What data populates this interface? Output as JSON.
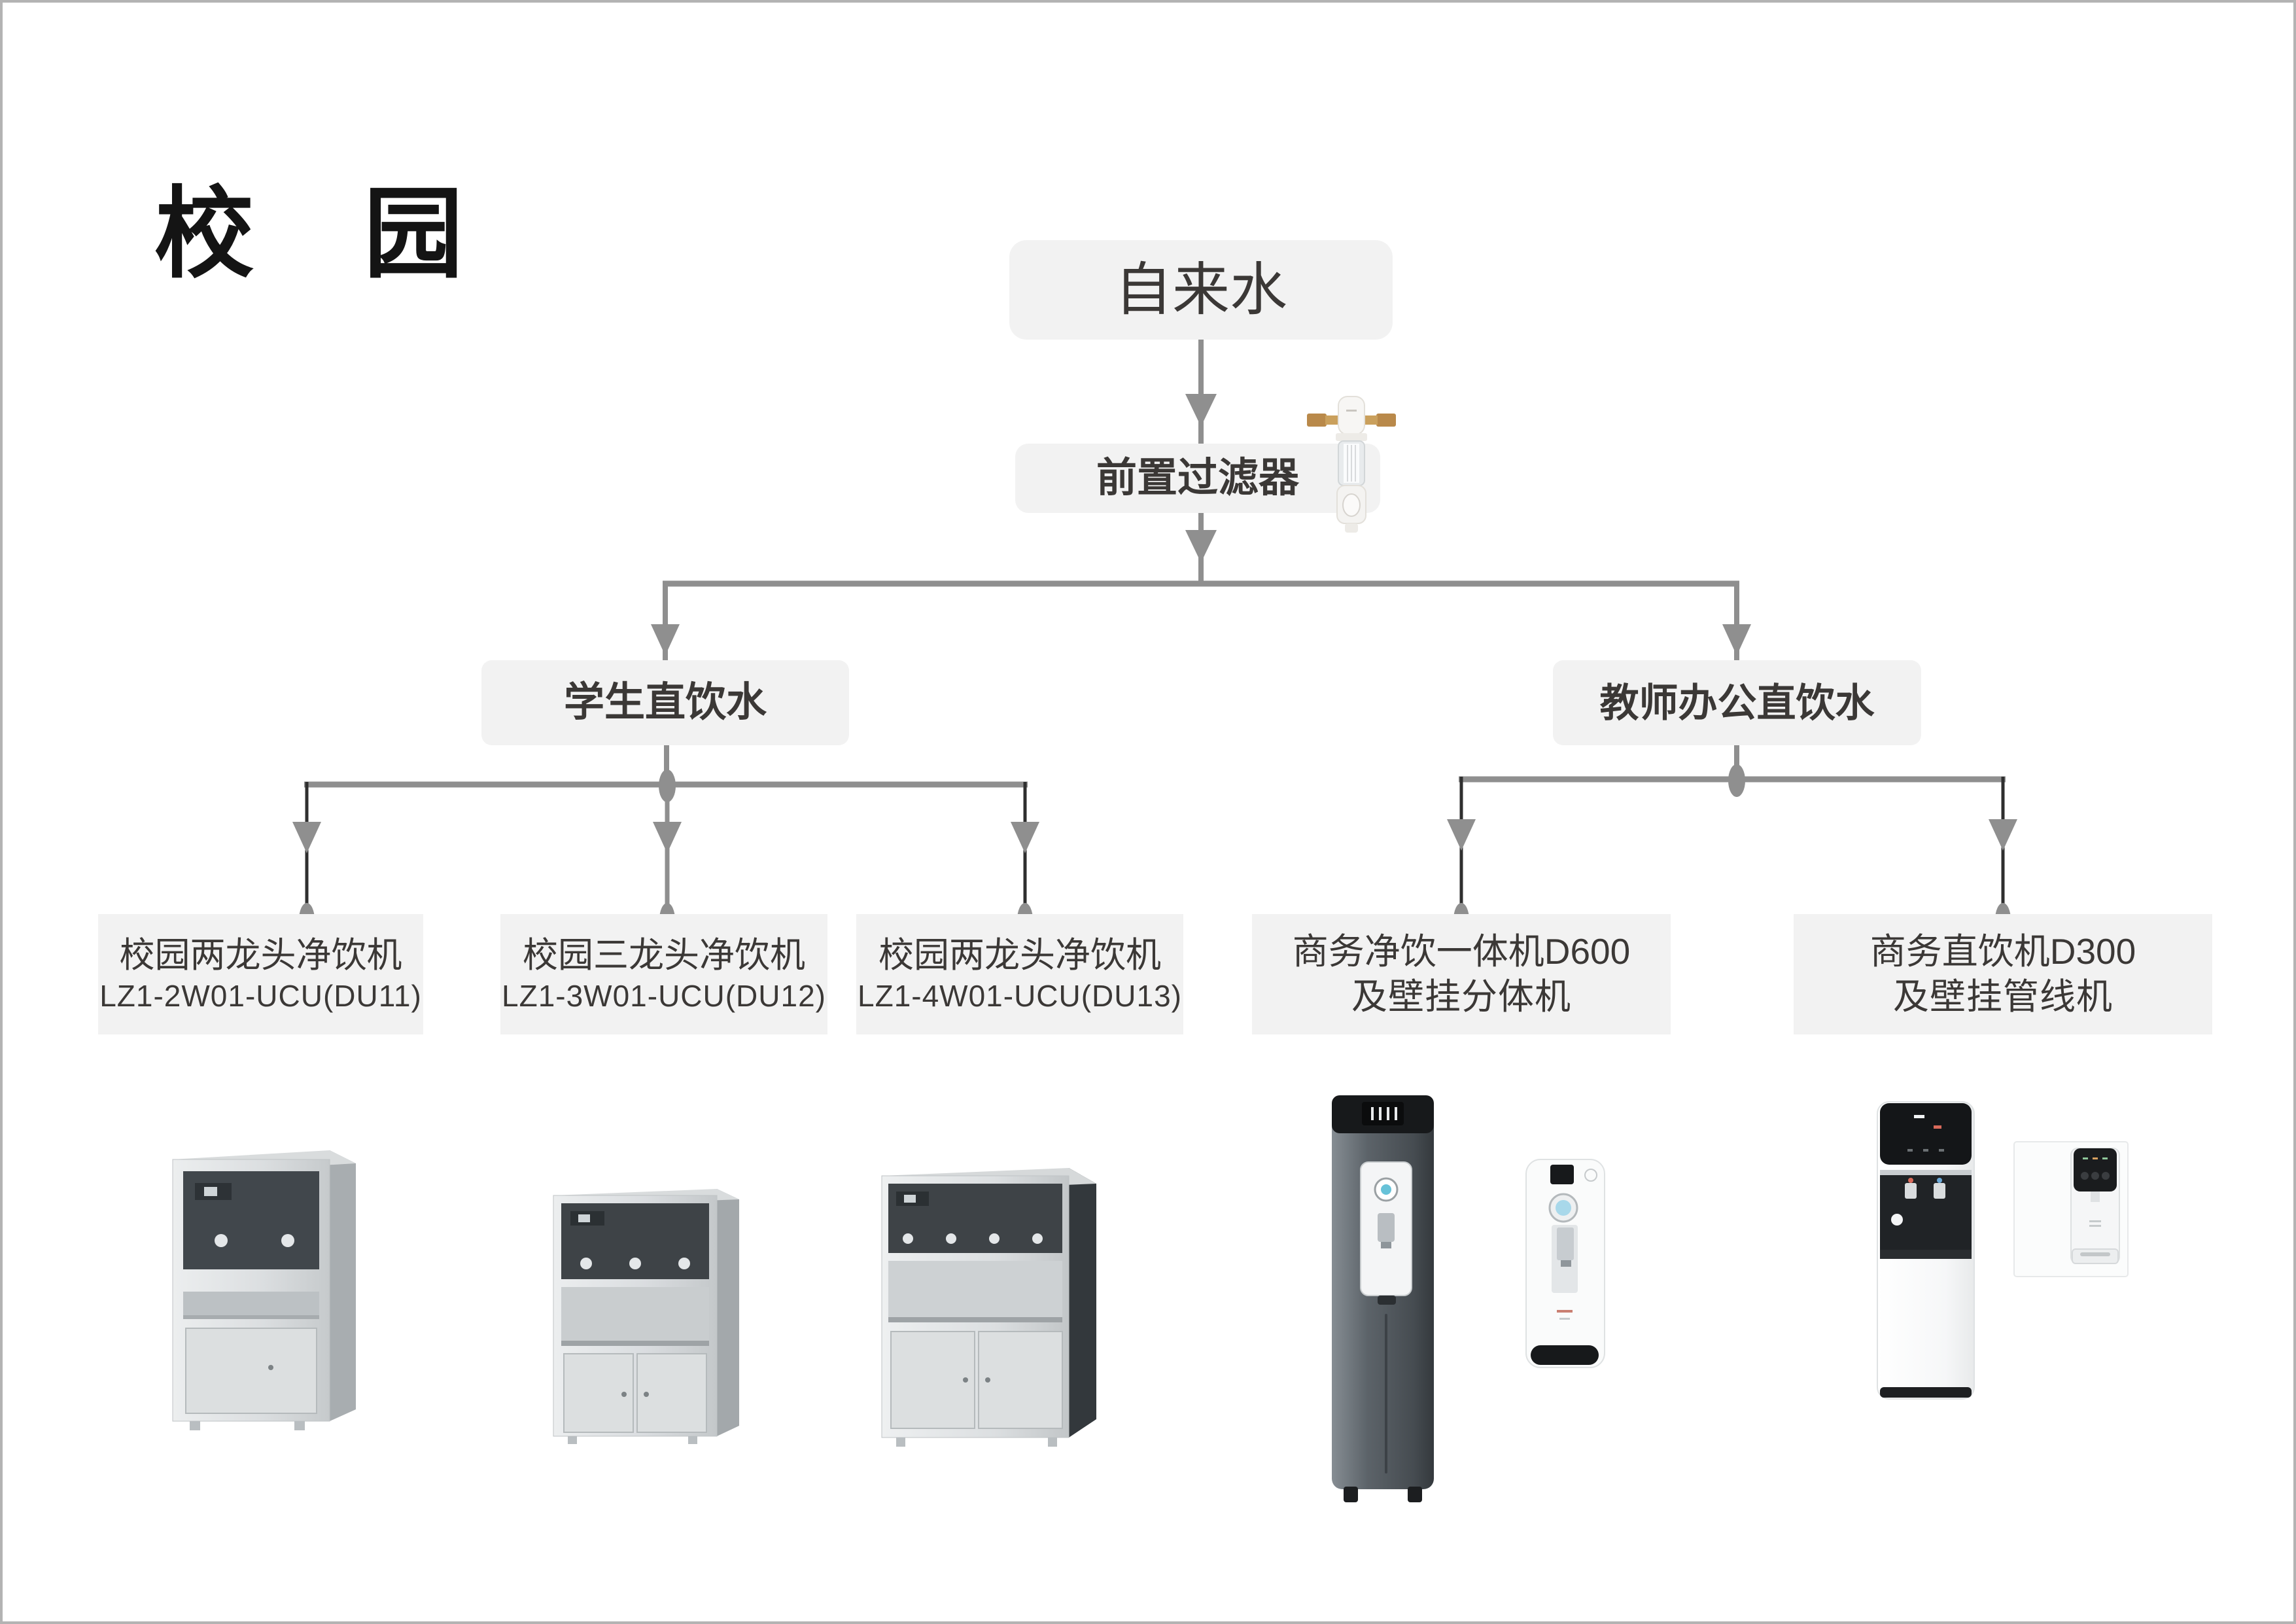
{
  "title": {
    "text": "校　园"
  },
  "colors": {
    "node_bg": "#f2f2f2",
    "node_text": "#3b3836",
    "title_text": "#141414",
    "connector_gray": "#8f8f8f",
    "connector_dark": "#2f2f2f",
    "frame_border": "#b3b3b3"
  },
  "flow": {
    "source": {
      "label": "自来水"
    },
    "prefilter": {
      "label": "前置过滤器"
    },
    "branches": [
      {
        "label": "学生直饮水",
        "children": [
          {
            "line1": "校园两龙头净饮机",
            "line2": "LZ1-2W01-UCU(DU11)"
          },
          {
            "line1": "校园三龙头净饮机",
            "line2": "LZ1-3W01-UCU(DU12)"
          },
          {
            "line1": "校园两龙头净饮机",
            "line2": "LZ1-4W01-UCU(DU13)"
          }
        ]
      },
      {
        "label": "教师办公直饮水",
        "children": [
          {
            "line1": "商务净饮一体机D600",
            "line2": "及壁挂分体机"
          },
          {
            "line1": "商务直饮机D300",
            "line2": "及壁挂管线机"
          }
        ]
      }
    ]
  },
  "images": {
    "prefilter_photo": "pre-filter-product-photo",
    "product_1": "school-two-faucet-dispenser-photo",
    "product_2": "school-three-faucet-dispenser-photo",
    "product_3": "school-four-faucet-dispenser-photo",
    "product_4a": "commercial-all-in-one-D600-floor-unit-photo",
    "product_4b": "wall-mounted-split-unit-photo",
    "product_5a": "commercial-D300-floor-unit-photo",
    "product_5b": "wall-mounted-pipeline-unit-photo"
  }
}
